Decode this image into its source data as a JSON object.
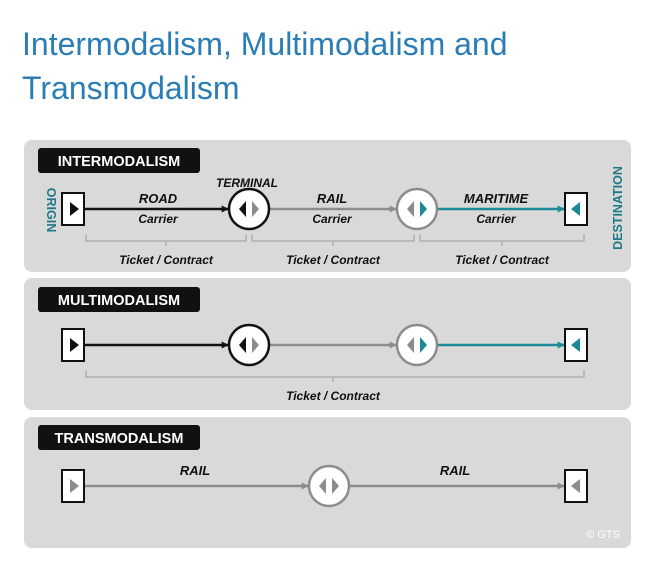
{
  "title": {
    "line1": "Intermodalism, Multimodalism and",
    "line2": "Transmodalism"
  },
  "colors": {
    "title": "#2a7db5",
    "road": "#111111",
    "rail": "#8c8c8c",
    "maritime": "#1a8a96",
    "panel": "#d9d9d9"
  },
  "intermodalism": {
    "label": "INTERMODALISM",
    "origin": "ORIGIN",
    "destination": "DESTINATION",
    "terminal": "TERMINAL",
    "road": "ROAD",
    "rail": "RAIL",
    "maritime": "MARITIME",
    "carrier": "Carrier",
    "ticket": "Ticket / Contract"
  },
  "multimodalism": {
    "label": "MULTIMODALISM",
    "ticket": "Ticket / Contract"
  },
  "transmodalism": {
    "label": "TRANSMODALISM",
    "rail": "RAIL"
  },
  "copyright": "© GTS"
}
